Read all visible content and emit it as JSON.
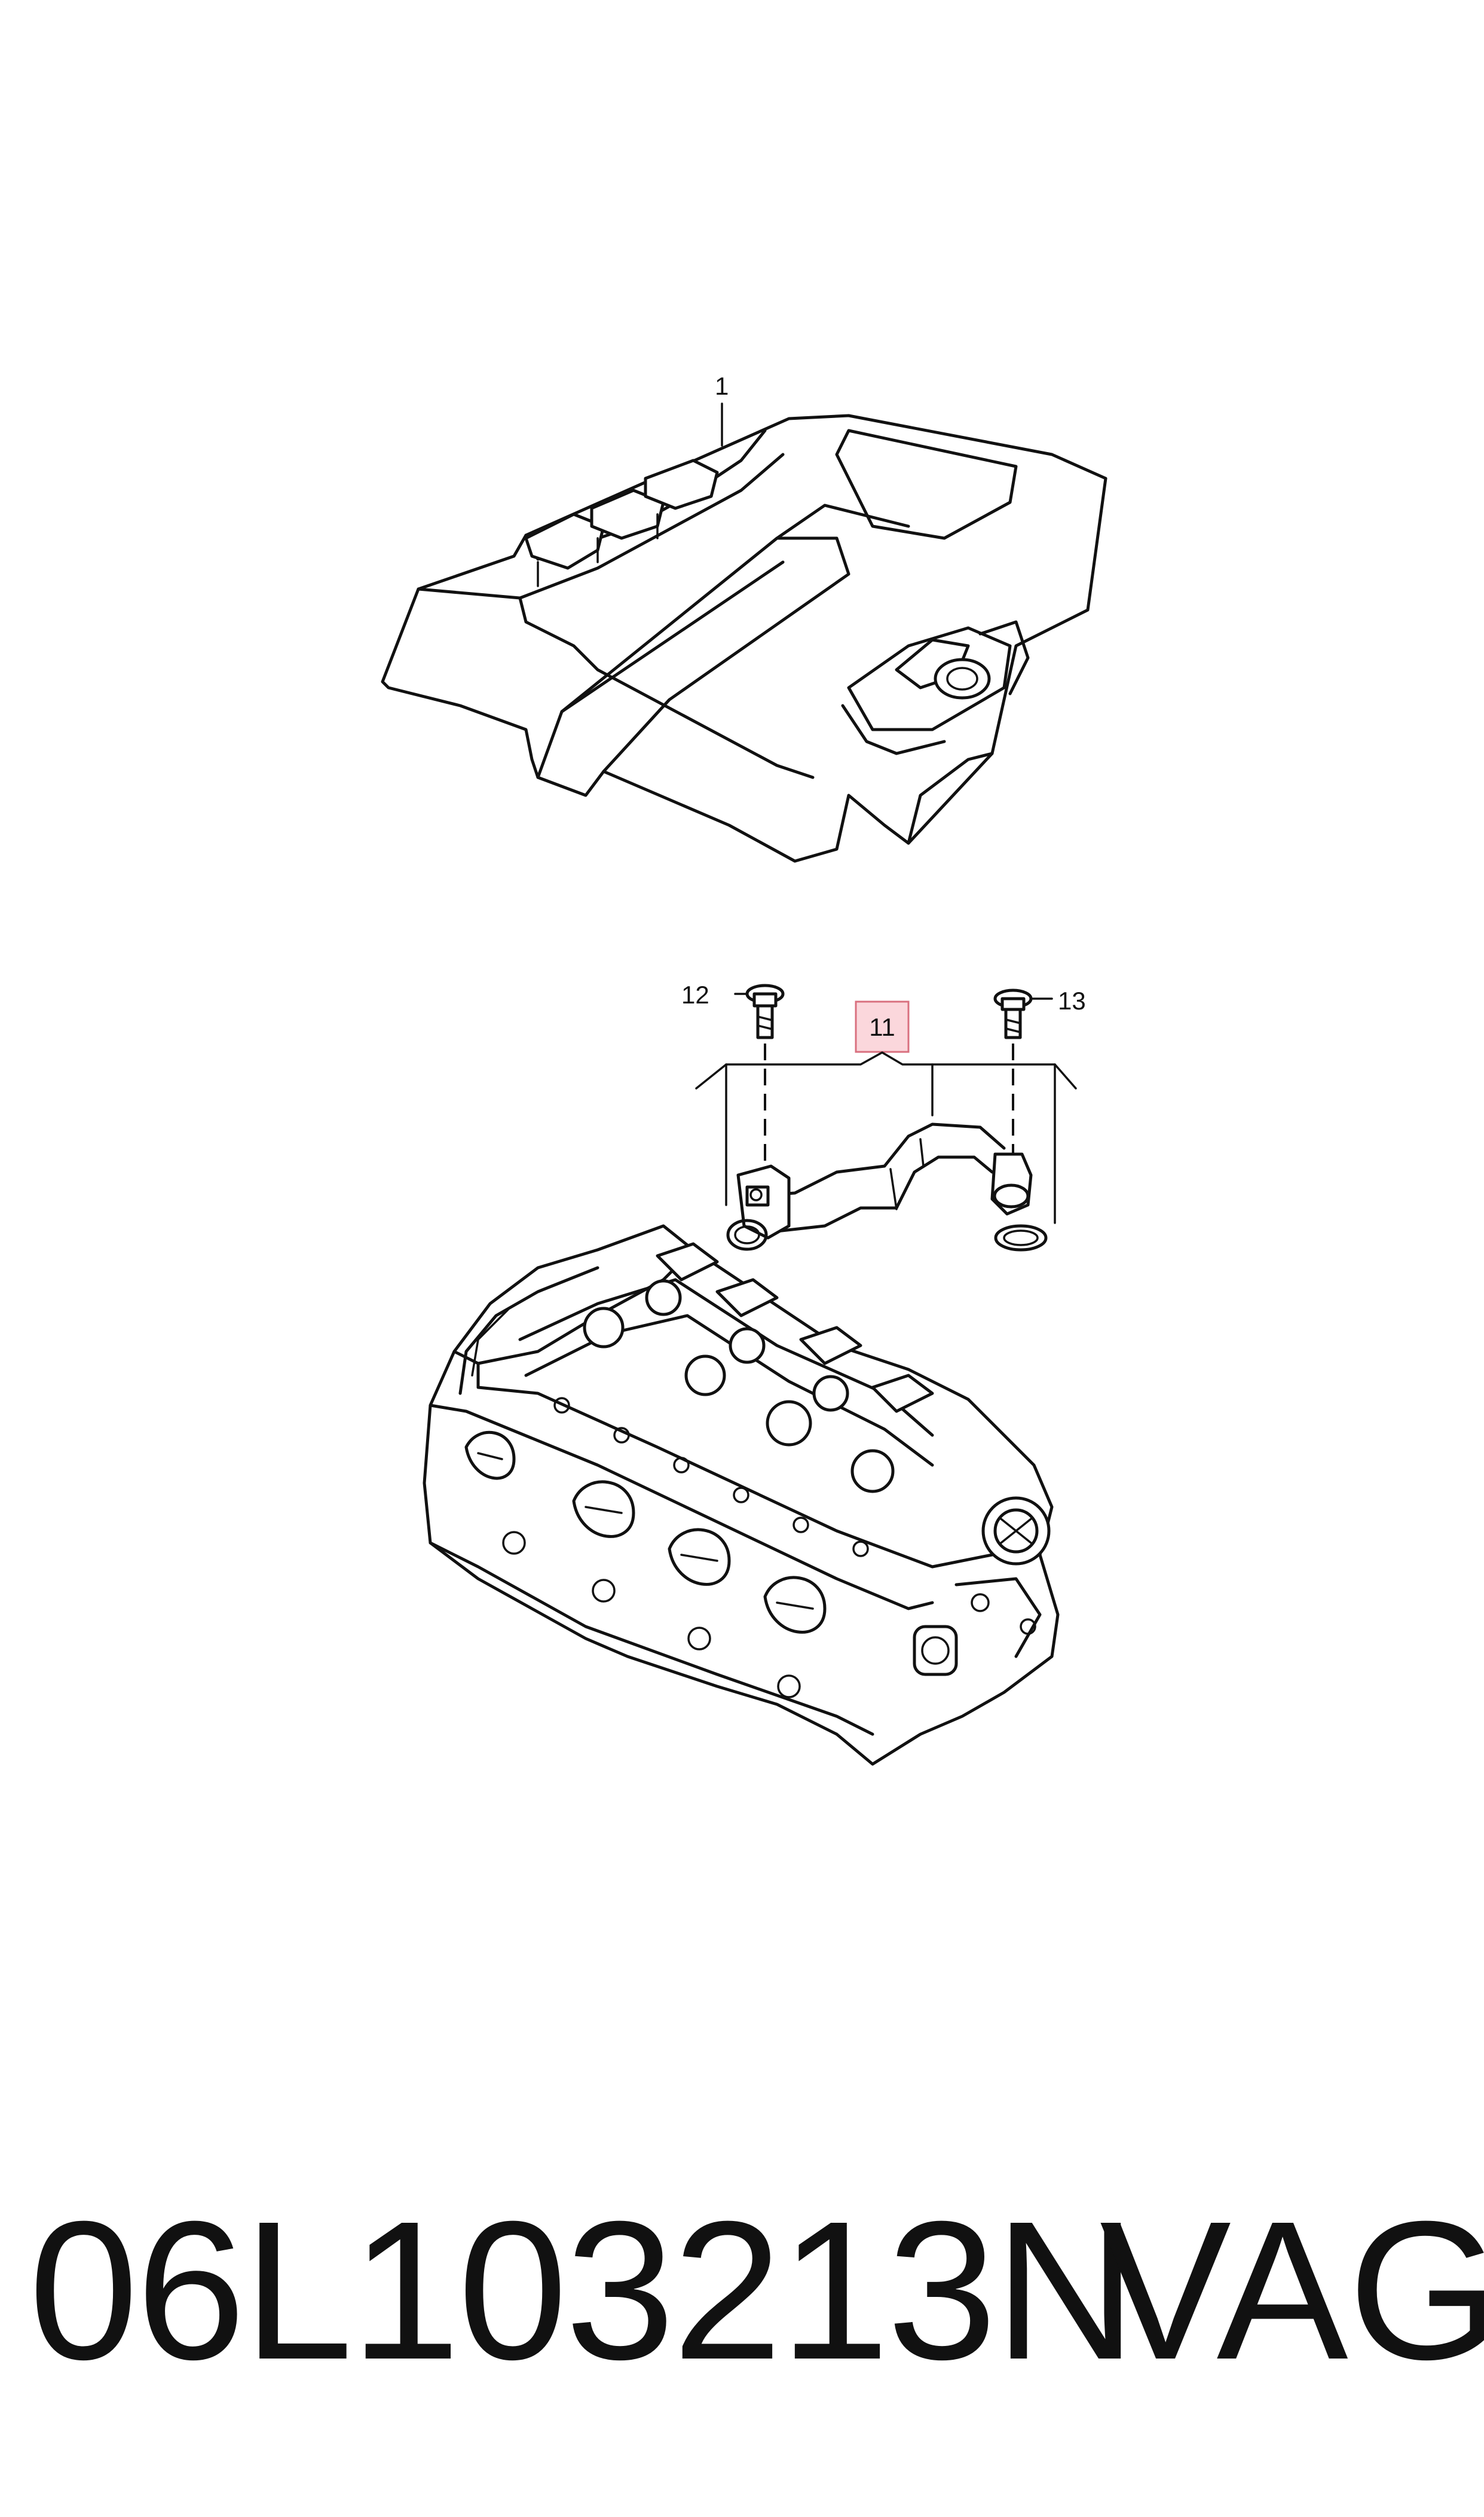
{
  "callouts": {
    "engine_cover": "1",
    "hose_assembly": "11",
    "bolt_left": "12",
    "bolt_right": "13"
  },
  "footer": {
    "part_number": "06L103213N",
    "brand": "VAG"
  },
  "colors": {
    "highlight_fill": "#fbd7dc",
    "highlight_stroke": "#d9707f",
    "line": "#111111"
  }
}
